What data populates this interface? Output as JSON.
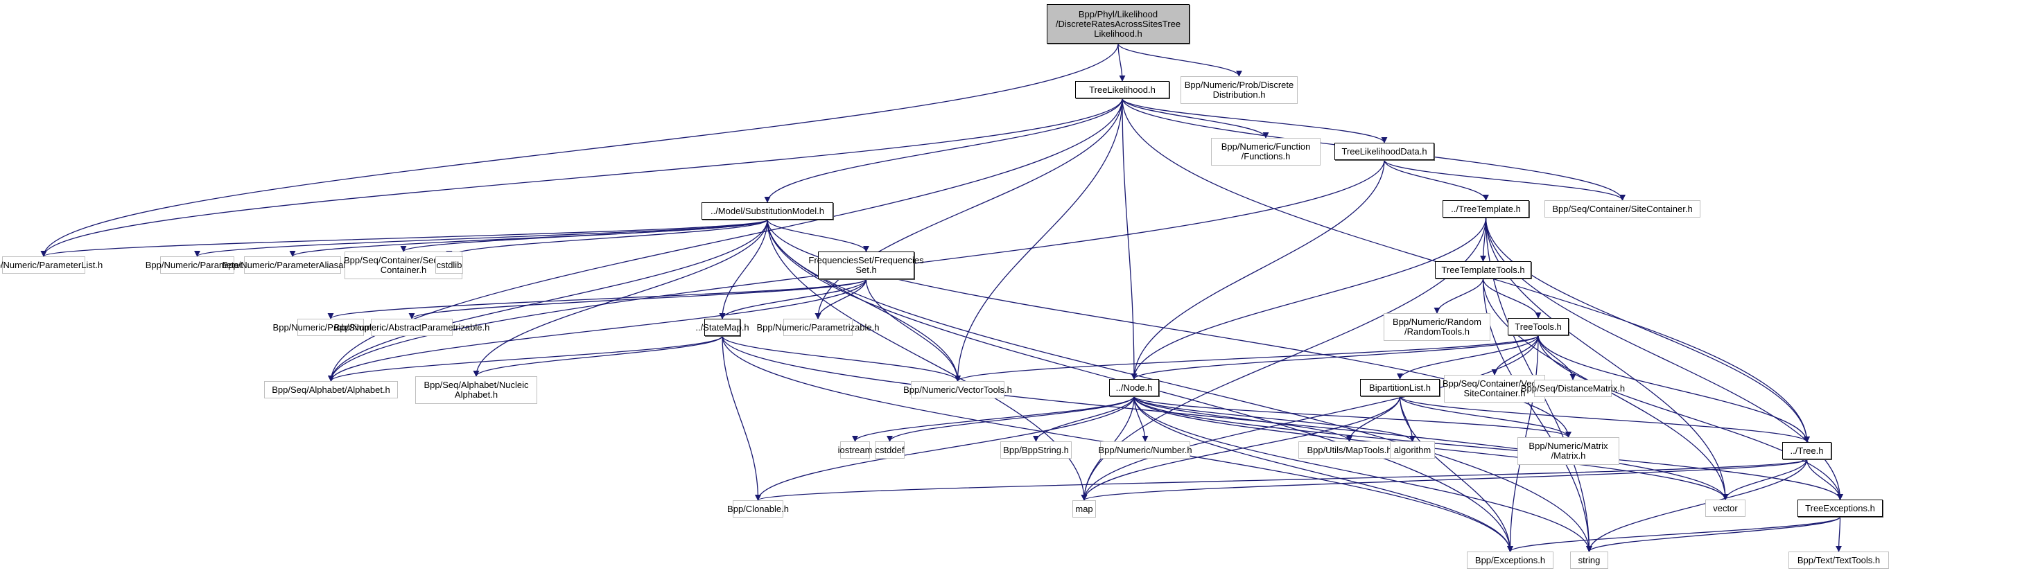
{
  "diagram": {
    "title": "Include dependency graph",
    "edge_color": "#191970",
    "nodes": [
      {
        "id": "root",
        "label": "Bpp/Phyl/Likelihood\n/DiscreteRatesAcrossSitesTree\nLikelihood.h",
        "kind": "root"
      },
      {
        "id": "treelik",
        "label": "TreeLikelihood.h",
        "kind": "doc"
      },
      {
        "id": "discdist",
        "label": "Bpp/Numeric/Prob/Discrete\nDistribution.h",
        "kind": "ext"
      },
      {
        "id": "functions",
        "label": "Bpp/Numeric/Function\n/Functions.h",
        "kind": "ext"
      },
      {
        "id": "tldata",
        "label": "TreeLikelihoodData.h",
        "kind": "doc"
      },
      {
        "id": "substmodel",
        "label": "../Model/SubstitutionModel.h",
        "kind": "doc"
      },
      {
        "id": "treetemplate",
        "label": "../TreeTemplate.h",
        "kind": "doc"
      },
      {
        "id": "sitecontainer",
        "label": "Bpp/Seq/Container/SiteContainer.h",
        "kind": "ext"
      },
      {
        "id": "paramlist",
        "label": "Bpp/Numeric/ParameterList.h",
        "kind": "ext"
      },
      {
        "id": "parameter",
        "label": "Bpp/Numeric/Parameter.h",
        "kind": "ext"
      },
      {
        "id": "paramalias",
        "label": "Bpp/Numeric/ParameterAliasable.h",
        "kind": "ext"
      },
      {
        "id": "seqcontainer",
        "label": "Bpp/Seq/Container/Sequence\nContainer.h",
        "kind": "ext"
      },
      {
        "id": "cstdlib",
        "label": "cstdlib",
        "kind": "ext"
      },
      {
        "id": "freqset",
        "label": "FrequenciesSet/Frequencies\nSet.h",
        "kind": "doc"
      },
      {
        "id": "tttools",
        "label": "TreeTemplateTools.h",
        "kind": "doc"
      },
      {
        "id": "simplex",
        "label": "Bpp/Numeric/Prob/Simplex.h",
        "kind": "ext"
      },
      {
        "id": "absparam",
        "label": "Bpp/Numeric/AbstractParametrizable.h",
        "kind": "ext"
      },
      {
        "id": "statemap",
        "label": "../StateMap.h",
        "kind": "doc"
      },
      {
        "id": "parametrizable",
        "label": "Bpp/Numeric/Parametrizable.h",
        "kind": "ext"
      },
      {
        "id": "randomtools",
        "label": "Bpp/Numeric/Random\n/RandomTools.h",
        "kind": "ext"
      },
      {
        "id": "treetools",
        "label": "TreeTools.h",
        "kind": "doc"
      },
      {
        "id": "alphabet",
        "label": "Bpp/Seq/Alphabet/Alphabet.h",
        "kind": "ext"
      },
      {
        "id": "nucalpha",
        "label": "Bpp/Seq/Alphabet/Nucleic\nAlphabet.h",
        "kind": "ext"
      },
      {
        "id": "vectortools",
        "label": "Bpp/Numeric/VectorTools.h",
        "kind": "ext"
      },
      {
        "id": "node",
        "label": "../Node.h",
        "kind": "doc"
      },
      {
        "id": "bipartition",
        "label": "BipartitionList.h",
        "kind": "doc"
      },
      {
        "id": "vsc",
        "label": "Bpp/Seq/Container/Vector\nSiteContainer.h",
        "kind": "ext"
      },
      {
        "id": "distmatrix",
        "label": "Bpp/Seq/DistanceMatrix.h",
        "kind": "ext"
      },
      {
        "id": "iostream",
        "label": "iostream",
        "kind": "ext"
      },
      {
        "id": "cstddef",
        "label": "cstddef",
        "kind": "ext"
      },
      {
        "id": "bppstring",
        "label": "Bpp/BppString.h",
        "kind": "ext"
      },
      {
        "id": "number",
        "label": "Bpp/Numeric/Number.h",
        "kind": "ext"
      },
      {
        "id": "maptools",
        "label": "Bpp/Utils/MapTools.h",
        "kind": "ext"
      },
      {
        "id": "algorithm",
        "label": "algorithm",
        "kind": "ext"
      },
      {
        "id": "matrix",
        "label": "Bpp/Numeric/Matrix\n/Matrix.h",
        "kind": "ext"
      },
      {
        "id": "tree",
        "label": "../Tree.h",
        "kind": "doc"
      },
      {
        "id": "clonable",
        "label": "Bpp/Clonable.h",
        "kind": "ext"
      },
      {
        "id": "map",
        "label": "map",
        "kind": "ext"
      },
      {
        "id": "vector",
        "label": "vector",
        "kind": "ext"
      },
      {
        "id": "treeexc",
        "label": "TreeExceptions.h",
        "kind": "doc"
      },
      {
        "id": "exceptions",
        "label": "Bpp/Exceptions.h",
        "kind": "ext"
      },
      {
        "id": "string",
        "label": "string",
        "kind": "ext"
      },
      {
        "id": "texttools",
        "label": "Bpp/Text/TextTools.h",
        "kind": "ext"
      }
    ],
    "edges": [
      [
        "root",
        "treelik"
      ],
      [
        "root",
        "discdist"
      ],
      [
        "root",
        "paramlist"
      ],
      [
        "treelik",
        "substmodel"
      ],
      [
        "treelik",
        "functions"
      ],
      [
        "treelik",
        "tldata"
      ],
      [
        "treelik",
        "sitecontainer"
      ],
      [
        "treelik",
        "paramlist"
      ],
      [
        "treelik",
        "alphabet"
      ],
      [
        "treelik",
        "node"
      ],
      [
        "treelik",
        "vectortools"
      ],
      [
        "treelik",
        "parametrizable"
      ],
      [
        "treelik",
        "tree"
      ],
      [
        "tldata",
        "treetemplate"
      ],
      [
        "tldata",
        "sitecontainer"
      ],
      [
        "tldata",
        "node"
      ],
      [
        "tldata",
        "alphabet"
      ],
      [
        "substmodel",
        "paramlist"
      ],
      [
        "substmodel",
        "parameter"
      ],
      [
        "substmodel",
        "paramalias"
      ],
      [
        "substmodel",
        "seqcontainer"
      ],
      [
        "substmodel",
        "cstdlib"
      ],
      [
        "substmodel",
        "freqset"
      ],
      [
        "substmodel",
        "statemap"
      ],
      [
        "substmodel",
        "alphabet"
      ],
      [
        "substmodel",
        "nucalpha"
      ],
      [
        "substmodel",
        "vectortools"
      ],
      [
        "substmodel",
        "matrix"
      ],
      [
        "substmodel",
        "map"
      ],
      [
        "substmodel",
        "string"
      ],
      [
        "substmodel",
        "exceptions"
      ],
      [
        "freqset",
        "simplex"
      ],
      [
        "freqset",
        "absparam"
      ],
      [
        "freqset",
        "statemap"
      ],
      [
        "freqset",
        "parametrizable"
      ],
      [
        "freqset",
        "alphabet"
      ],
      [
        "freqset",
        "vectortools"
      ],
      [
        "statemap",
        "alphabet"
      ],
      [
        "statemap",
        "nucalpha"
      ],
      [
        "statemap",
        "vectortools"
      ],
      [
        "statemap",
        "clonable"
      ],
      [
        "statemap",
        "exceptions"
      ],
      [
        "statemap",
        "vector"
      ],
      [
        "treetemplate",
        "tttools"
      ],
      [
        "treetemplate",
        "node"
      ],
      [
        "treetemplate",
        "tree"
      ],
      [
        "treetemplate",
        "treeexc"
      ],
      [
        "treetemplate",
        "vector"
      ],
      [
        "treetemplate",
        "string"
      ],
      [
        "treetemplate",
        "map"
      ],
      [
        "tttools",
        "randomtools"
      ],
      [
        "tttools",
        "treetools"
      ],
      [
        "tttools",
        "vector"
      ],
      [
        "tttools",
        "string"
      ],
      [
        "treetools",
        "bipartition"
      ],
      [
        "treetools",
        "vsc"
      ],
      [
        "treetools",
        "distmatrix"
      ],
      [
        "treetools",
        "node"
      ],
      [
        "treetools",
        "vectortools"
      ],
      [
        "treetools",
        "tree"
      ],
      [
        "treetools",
        "treeexc"
      ],
      [
        "treetools",
        "exceptions"
      ],
      [
        "treetools",
        "map"
      ],
      [
        "node",
        "iostream"
      ],
      [
        "node",
        "cstddef"
      ],
      [
        "node",
        "bppstring"
      ],
      [
        "node",
        "number"
      ],
      [
        "node",
        "maptools"
      ],
      [
        "node",
        "algorithm"
      ],
      [
        "node",
        "matrix"
      ],
      [
        "node",
        "clonable"
      ],
      [
        "node",
        "treeexc"
      ],
      [
        "node",
        "exceptions"
      ],
      [
        "node",
        "string"
      ],
      [
        "node",
        "vector"
      ],
      [
        "node",
        "map"
      ],
      [
        "bipartition",
        "maptools"
      ],
      [
        "bipartition",
        "algorithm"
      ],
      [
        "bipartition",
        "matrix"
      ],
      [
        "bipartition",
        "tree"
      ],
      [
        "bipartition",
        "map"
      ],
      [
        "bipartition",
        "exceptions"
      ],
      [
        "tree",
        "treeexc"
      ],
      [
        "tree",
        "vector"
      ],
      [
        "tree",
        "string"
      ],
      [
        "tree",
        "clonable"
      ],
      [
        "tree",
        "map"
      ],
      [
        "treeexc",
        "texttools"
      ],
      [
        "treeexc",
        "exceptions"
      ],
      [
        "treeexc",
        "string"
      ]
    ]
  }
}
